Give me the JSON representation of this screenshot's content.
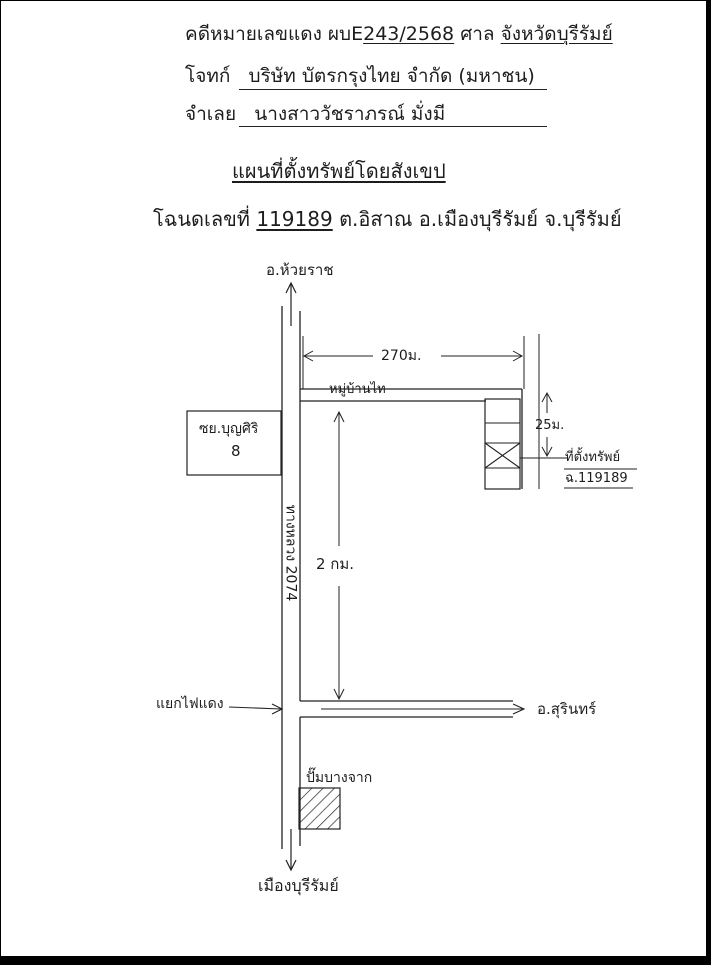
{
  "header": {
    "case_prefix": "คดีหมายเลขแดง ผบE",
    "case_number": "243/2568",
    "court_prefix": "ศาล",
    "court_name": "จังหวัดบุรีรัมย์",
    "plaintiff_label": "โจทก์",
    "plaintiff_name": "บริษัท บัตรกรุงไทย จำกัด (มหาชน)",
    "defendant_label": "จำเลย",
    "defendant_name": "นางสาววัชราภรณ์ มั่งมี"
  },
  "map_title": "แผนที่ตั้งทรัพย์โดยสังเขป",
  "deed": {
    "prefix": "โฉนดเลขที่",
    "number": "119189",
    "location": "ต.อิสาณ อ.เมืองบุรีรัมย์ จ.บุรีรัมย์"
  },
  "map": {
    "north_dest": "อ.ห้วยราช",
    "south_dest": "เมืองบุรีรัมย์",
    "east_dest": "อ.สุรินทร์",
    "highway": "ทางหลวง 2074",
    "village_road": "หมู่บ้านไท",
    "soi_name": "ซย.บุญศิริ",
    "soi_number": "8",
    "traffic_light": "แยกไฟแดง",
    "gas_station": "ปั๊มบางจาก",
    "horizontal_distance": "270ม.",
    "vertical_distance": "2 กม.",
    "plot_offset": "25ม.",
    "property_label": "ที่ตั้งทรัพย์",
    "property_deed": "ฉ.119189"
  }
}
